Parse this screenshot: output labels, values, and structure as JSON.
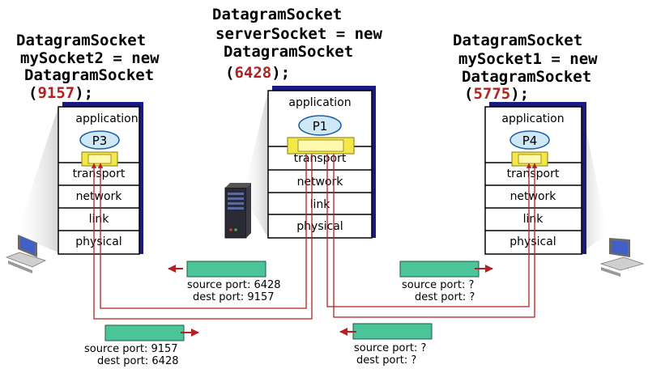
{
  "code": {
    "left": {
      "line1": "DatagramSocket",
      "line2": "mySocket2 = new",
      "line3": "DatagramSocket",
      "open": "(",
      "port": "9157",
      "close": ");"
    },
    "center": {
      "line1": "DatagramSocket",
      "line2": "serverSocket = new",
      "line3": "DatagramSocket",
      "open": "(",
      "port": "6428",
      "close": ");"
    },
    "right": {
      "line1": "DatagramSocket",
      "line2": "mySocket1 = new",
      "line3": "DatagramSocket",
      "open": "(",
      "port": "5775",
      "close": ");"
    }
  },
  "layers": {
    "application": "application",
    "transport": "transport",
    "network": "network",
    "link": "link",
    "physical": "physical"
  },
  "processes": {
    "left": "P3",
    "center": "P1",
    "right": "P4"
  },
  "segments": {
    "seg1": {
      "src": "source port: 6428",
      "dst": "dest port: 9157"
    },
    "seg2": {
      "src": "source port: ?",
      "dst": "dest port: ?"
    },
    "seg3": {
      "src": "source port: 9157",
      "dst": "dest port: 6428"
    },
    "seg4": {
      "src": "source port: ?",
      "dst": "dest port: ?"
    }
  },
  "colors": {
    "stack_shadow": "#1a1a80",
    "process_fill": "#cfe8f5",
    "process_stroke": "#1a5fa8",
    "socket_fill": "#f3e84a",
    "socket_inner": "#fff9b0",
    "segment_fill": "#4cc49a",
    "arrow": "#b22222",
    "port_text": "#b22222"
  }
}
